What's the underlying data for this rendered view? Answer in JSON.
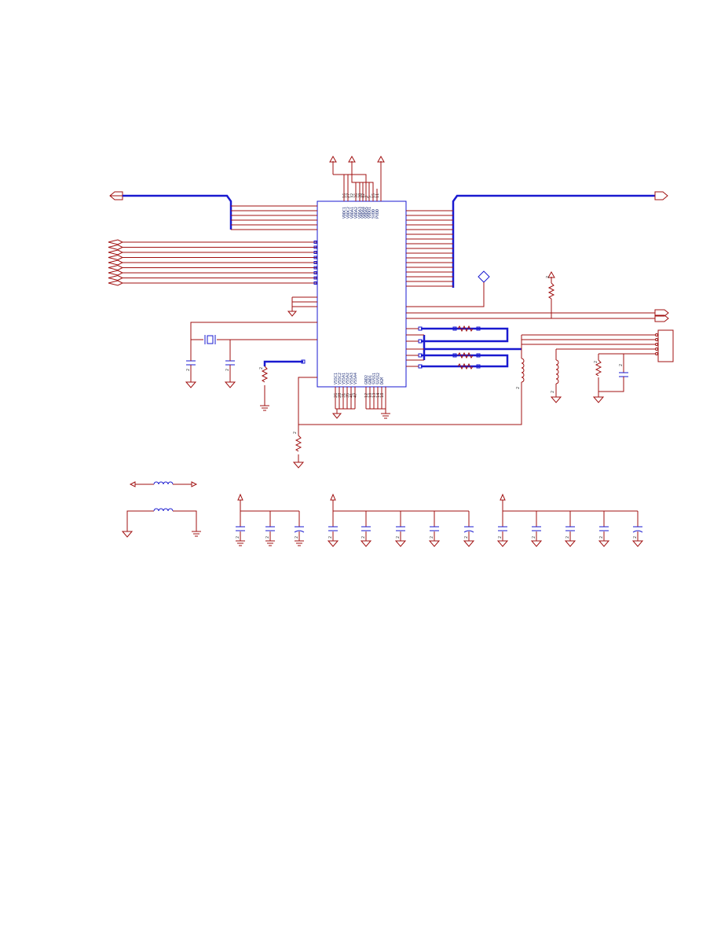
{
  "colors": {
    "wire": "#a01010",
    "bus": "#1a1ad0",
    "component": "#1a1ad0",
    "text": "#20307a"
  },
  "ic": {
    "top_pins": [
      {
        "name": "VDDC1",
        "num": "16"
      },
      {
        "name": "VDDC2",
        "num": "27"
      },
      {
        "name": "VDDA1",
        "num": "32"
      },
      {
        "name": "VDDA2",
        "num": "36"
      },
      {
        "name": "VDDA3",
        "num": "38"
      },
      {
        "name": "VDDA4",
        "num": "42"
      },
      {
        "name": "VDDA5",
        "num": "3"
      },
      {
        "name": "VDDO1",
        "num": "5"
      },
      {
        "name": "SVDD",
        "num": "15"
      },
      {
        "name": "PVDD",
        "num": "11"
      }
    ],
    "bottom_pins": [
      {
        "name": "VSSC1",
        "num": "26"
      },
      {
        "name": "VSSC2",
        "num": "28"
      },
      {
        "name": "VSSA1",
        "num": "31"
      },
      {
        "name": "VSSA2",
        "num": "35"
      },
      {
        "name": "VSSA3",
        "num": "41"
      },
      {
        "name": "VSSA4",
        "num": "47"
      },
      {
        "name": "GND2",
        "num": "12"
      },
      {
        "name": "GND1",
        "num": "10"
      },
      {
        "name": "SVSS1",
        "num": "13"
      },
      {
        "name": "SVSS2",
        "num": "14"
      },
      {
        "name": "DGM",
        "num": "18"
      }
    ]
  },
  "value_label": "2"
}
